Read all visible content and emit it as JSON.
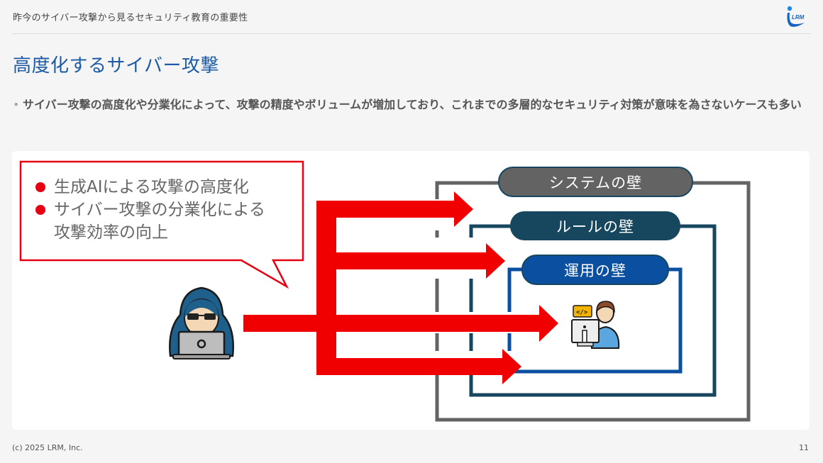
{
  "header": {
    "title": "昨今のサイバー攻撃から見るセキュリティ教育の重要性",
    "logo_text": "LRM"
  },
  "page": {
    "title": "高度化するサイバー攻撃",
    "bullets": [
      "サイバー攻撃の高度化や分業化によって、攻撃の精度やボリュームが増加しており、これまでの多層的なセキュリティ対策が意味を為さないケースも多い"
    ]
  },
  "diagram": {
    "callout": {
      "items": [
        {
          "line1": "生成AIによる攻撃の高度化"
        },
        {
          "line1": "サイバー攻撃の分業化による",
          "line2": "攻撃効率の向上"
        }
      ],
      "border_color": "#e60012"
    },
    "walls": [
      {
        "label": "システムの壁",
        "color": "#636363",
        "border": "#5f5f5f"
      },
      {
        "label": "ルールの壁",
        "color": "#17475e",
        "border": "#17475e"
      },
      {
        "label": "運用の壁",
        "color": "#0b4fa0",
        "border": "#0b4fa0"
      }
    ],
    "attacker_icon": "hacker-with-laptop-icon",
    "target_icon": "developer-at-computer-icon",
    "arrow_color": "#f00000"
  },
  "footer": {
    "copyright": "(c) 2025 LRM, Inc.",
    "page_number": "11"
  }
}
